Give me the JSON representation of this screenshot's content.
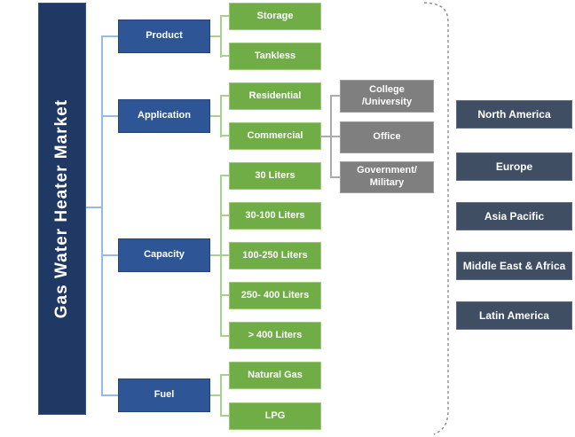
{
  "root": {
    "label": "Gas Water Heater Market"
  },
  "categories": [
    {
      "label": "Product",
      "children": [
        "Storage",
        "Tankless"
      ]
    },
    {
      "label": "Application",
      "children": [
        "Residential",
        "Commercial"
      ]
    },
    {
      "label": "Capacity",
      "children": [
        "30 Liters",
        "30-100 Liters",
        "100-250 Liters",
        "250- 400 Liters",
        "> 400 Liters"
      ]
    },
    {
      "label": "Fuel",
      "children": [
        "Natural Gas",
        "LPG"
      ]
    }
  ],
  "commercial_subsegments": [
    "College\n/University",
    "Office",
    "Government/\nMilitary"
  ],
  "regions": [
    "North America",
    "Europe",
    "Asia Pacific",
    "Middle East & Africa",
    "Latin America"
  ],
  "colors": {
    "root_navy": "#1f3864",
    "category_blue": "#2e5697",
    "segment_green": "#70ad47",
    "subsegment_gray": "#7f7f7f",
    "region_slate": "#3f4e63",
    "connector_blue": "#95bbe2",
    "connector_green": "#a9d18e",
    "connector_gray": "#ababab",
    "brace_gray": "#7f7f7f"
  }
}
